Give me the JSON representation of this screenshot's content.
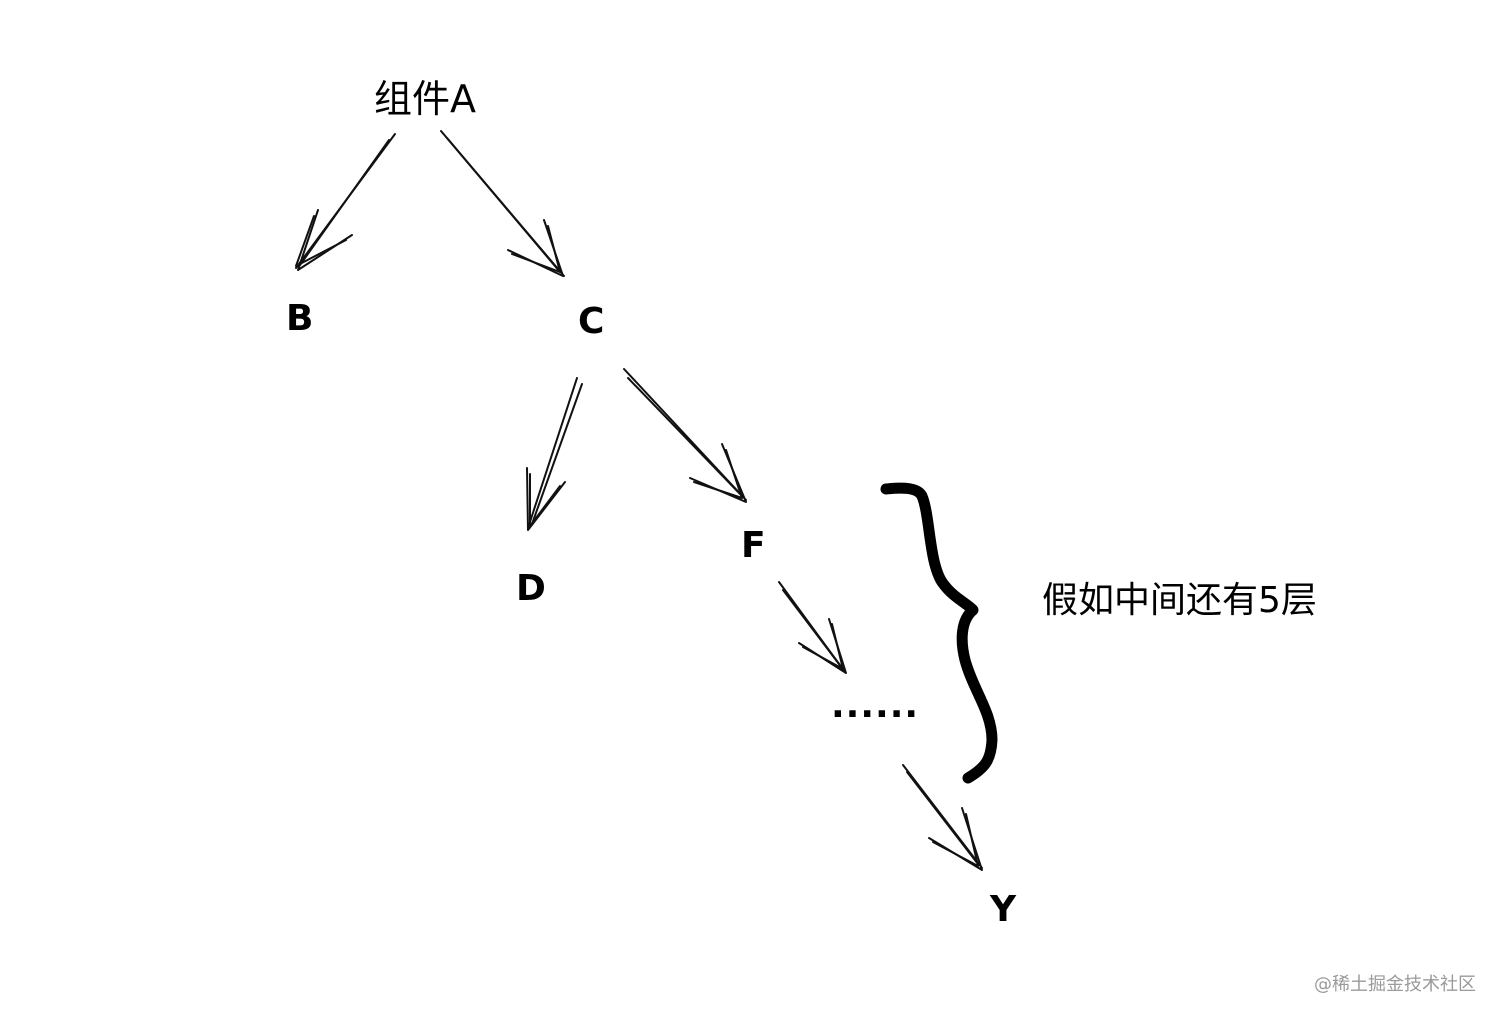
{
  "diagram": {
    "root_label": "组件A",
    "nodes": {
      "b": "B",
      "c": "C",
      "d": "D",
      "f": "F",
      "ellipsis": "......",
      "y": "Y"
    },
    "brace_note": "假如中间还有5层",
    "edges": [
      {
        "from": "组件A",
        "to": "B"
      },
      {
        "from": "组件A",
        "to": "C"
      },
      {
        "from": "C",
        "to": "D"
      },
      {
        "from": "C",
        "to": "F"
      },
      {
        "from": "F",
        "to": "......"
      },
      {
        "from": "......",
        "to": "Y"
      }
    ]
  },
  "watermark": "@稀土掘金技术社区"
}
